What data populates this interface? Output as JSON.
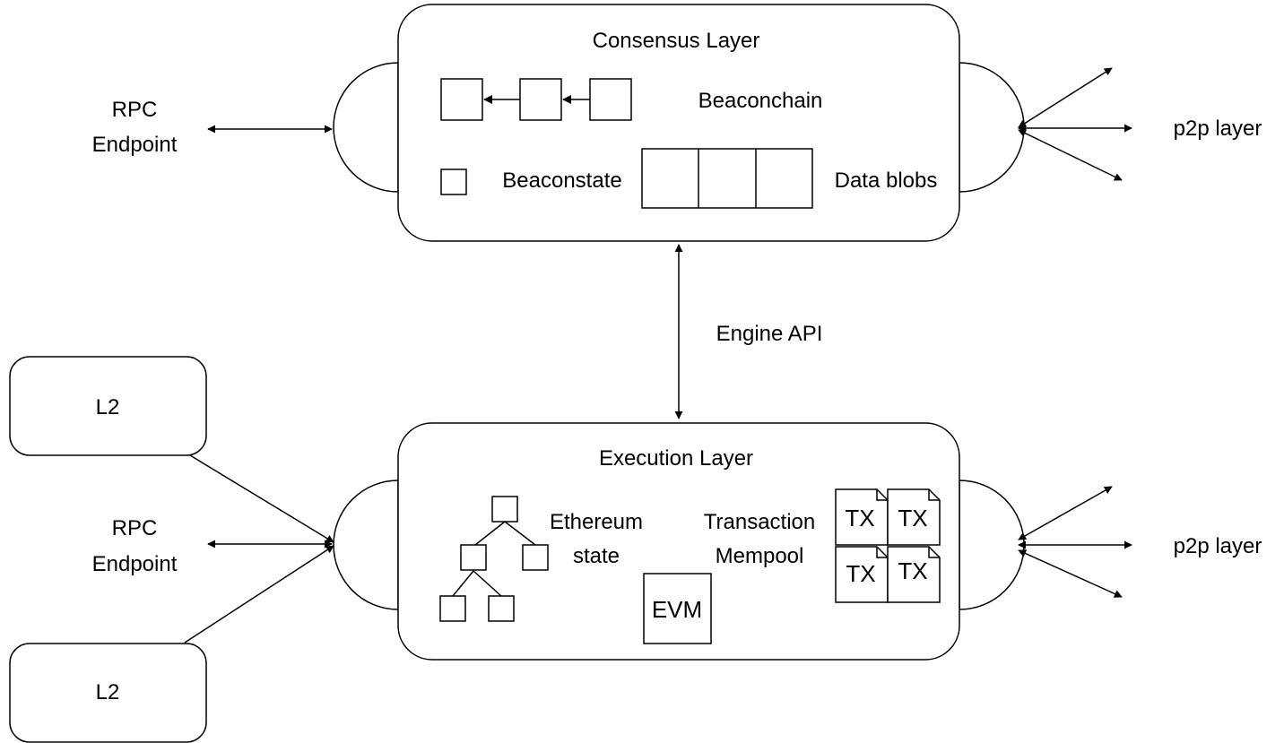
{
  "consensus": {
    "title": "Consensus Layer",
    "beaconchain_label": "Beaconchain",
    "beaconstate_label": "Beaconstate",
    "blobs_label": "Data blobs"
  },
  "execution": {
    "title": "Execution Layer",
    "state_label_1": "Ethereum",
    "state_label_2": "state",
    "mempool_label_1": "Transaction",
    "mempool_label_2": "Mempool",
    "evm_label": "EVM",
    "tx_labels": [
      "TX",
      "TX",
      "TX",
      "TX"
    ]
  },
  "engine_api": "Engine API",
  "rpc_top": {
    "line1": "RPC",
    "line2": "Endpoint"
  },
  "rpc_bottom": {
    "line1": "RPC",
    "line2": "Endpoint"
  },
  "p2p_top": "p2p layer",
  "p2p_bottom": "p2p layer",
  "l2_top": "L2",
  "l2_bottom": "L2"
}
